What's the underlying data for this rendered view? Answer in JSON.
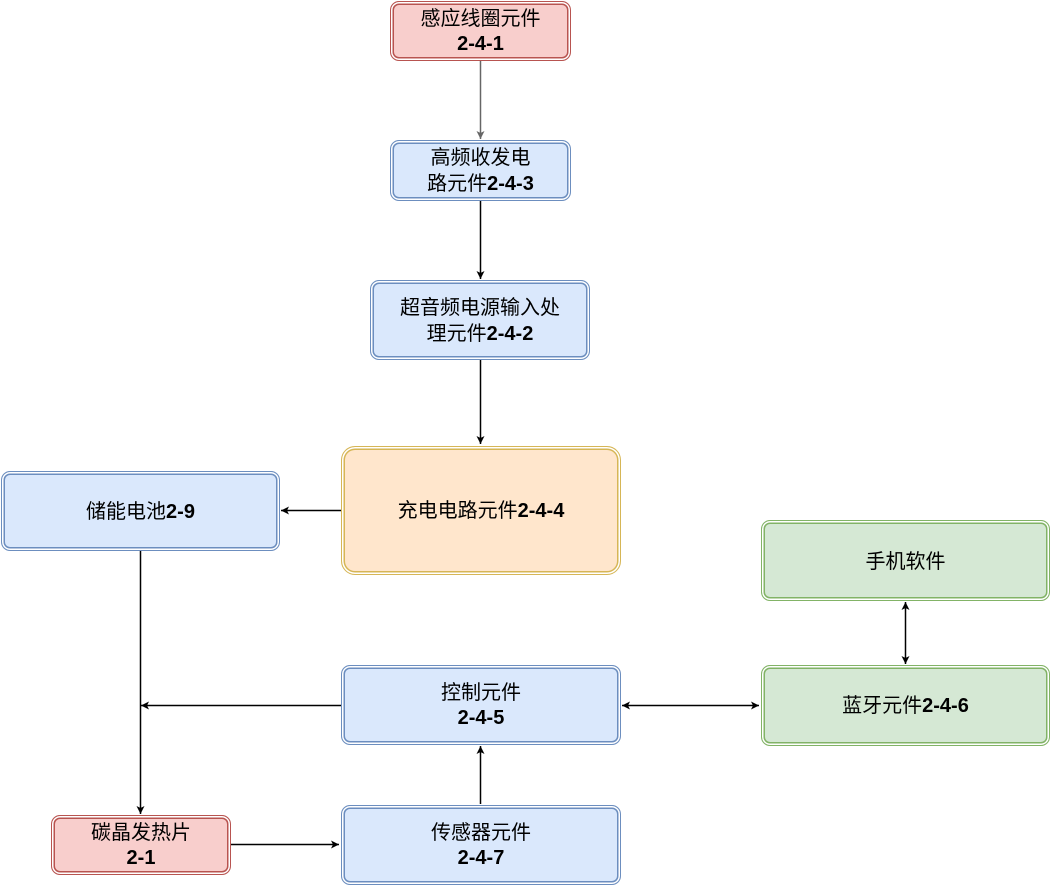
{
  "nodes": {
    "coil": {
      "line1": "感应线圈元件",
      "code": "2-4-1"
    },
    "hf": {
      "line1": "高频收发电",
      "line2_text": "路元件",
      "code": "2-4-3"
    },
    "ultra": {
      "line1": "超音频电源输入处",
      "line2_text": "理元件",
      "code": "2-4-2"
    },
    "charge": {
      "text": "充电电路元件",
      "code": "2-4-4"
    },
    "battery": {
      "text": "储能电池",
      "code": "2-9"
    },
    "phone": {
      "text": "手机软件"
    },
    "bluetooth": {
      "text": "蓝牙元件",
      "code": "2-4-6"
    },
    "control": {
      "line1": "控制元件",
      "code": "2-4-5"
    },
    "carbon": {
      "line1": "碳晶发热片",
      "code": "2-1"
    },
    "sensor": {
      "line1": "传感器元件",
      "code": "2-4-7"
    }
  },
  "colors": {
    "red_fill": "#f8cecc",
    "red_stroke": "#b85450",
    "blue_fill": "#dae8fc",
    "blue_stroke": "#6c8ebf",
    "orange_fill": "#ffe6cc",
    "orange_stroke": "#d6b656",
    "green_fill": "#d5e8d4",
    "green_stroke": "#82b366",
    "edge": "#000000",
    "edge_gray": "#666666"
  }
}
